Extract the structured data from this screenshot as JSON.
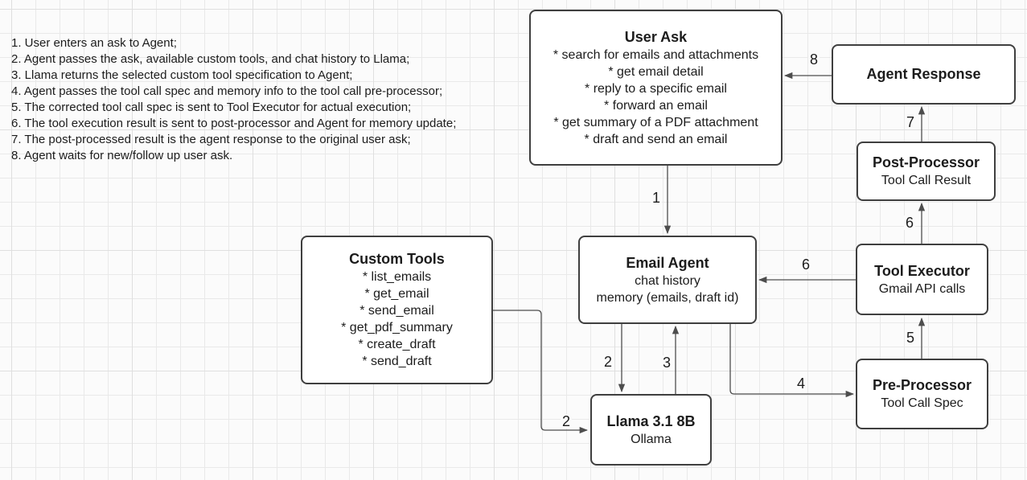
{
  "steps": [
    "1. User enters an ask to Agent;",
    "2. Agent passes the ask, available custom tools, and chat history to Llama;",
    "3. Llama returns the selected custom tool specification to Agent;",
    "4. Agent passes the tool call spec and memory info to the tool call pre-processor;",
    "5. The corrected tool call spec is sent to Tool Executor for actual execution;",
    "6. The tool execution result is sent to post-processor and Agent for memory update;",
    "7. The post-processed result is the agent response to the original user ask;",
    "8. Agent waits for new/follow up user ask."
  ],
  "boxes": {
    "user_ask": {
      "title": "User Ask",
      "lines": [
        "* search for emails and attachments",
        "* get email detail",
        "* reply to a specific email",
        "* forward an email",
        "* get summary of a PDF attachment",
        "* draft and send an email"
      ]
    },
    "agent_response": {
      "title": "Agent Response"
    },
    "post_processor": {
      "title": "Post-Processor",
      "subtitle": "Tool Call Result"
    },
    "tool_executor": {
      "title": "Tool Executor",
      "subtitle": "Gmail API calls"
    },
    "pre_processor": {
      "title": "Pre-Processor",
      "subtitle": "Tool Call Spec"
    },
    "email_agent": {
      "title": "Email Agent",
      "lines": [
        "chat history",
        "memory (emails, draft id)"
      ]
    },
    "custom_tools": {
      "title": "Custom Tools",
      "lines": [
        "* list_emails",
        "* get_email",
        "* send_email",
        "* get_pdf_summary",
        "* create_draft",
        "* send_draft"
      ]
    },
    "llama": {
      "title": "Llama 3.1 8B",
      "subtitle": "Ollama"
    }
  },
  "edge_labels": {
    "step1": "1",
    "step2_agent": "2",
    "step2_tools": "2",
    "step3": "3",
    "step4": "4",
    "step5": "5",
    "step6_memory": "6",
    "step6_result": "6",
    "step7": "7",
    "step8": "8"
  },
  "colors": {
    "background": "#fbfbfb",
    "grid_line": "#e9e9e9",
    "grid_line_major": "#dfdfdf",
    "node_fill": "#ffffff",
    "node_border": "#3f3f3f",
    "connector": "#4d4d4d",
    "text": "#1c1c1c"
  }
}
